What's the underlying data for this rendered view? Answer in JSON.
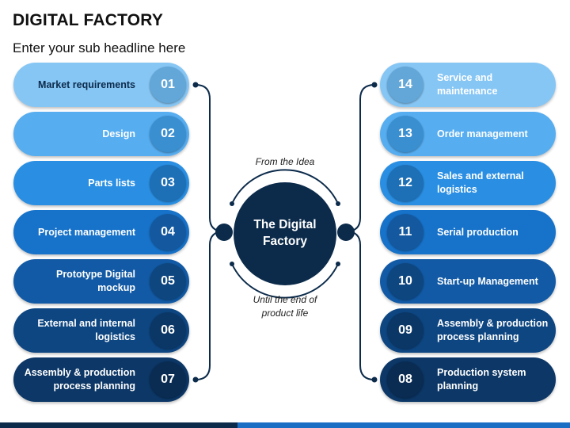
{
  "title": "DIGITAL FACTORY",
  "subtitle": "Enter your sub headline here",
  "center": {
    "title": "The Digital Factory",
    "top_caption": "From the Idea",
    "bottom_caption": "Until the end of product life"
  },
  "left_items": [
    {
      "number": "01",
      "label": "Market requirements"
    },
    {
      "number": "02",
      "label": "Design"
    },
    {
      "number": "03",
      "label": "Parts lists"
    },
    {
      "number": "04",
      "label": "Project management"
    },
    {
      "number": "05",
      "label": "Prototype Digital mockup"
    },
    {
      "number": "06",
      "label": "External and internal logistics"
    },
    {
      "number": "07",
      "label": "Assembly & production process planning"
    }
  ],
  "right_items": [
    {
      "number": "14",
      "label": "Service and maintenance"
    },
    {
      "number": "13",
      "label": "Order management"
    },
    {
      "number": "12",
      "label": "Sales and external logistics"
    },
    {
      "number": "11",
      "label": "Serial production"
    },
    {
      "number": "10",
      "label": "Start-up Management"
    },
    {
      "number": "09",
      "label": "Assembly & production process planning"
    },
    {
      "number": "08",
      "label": "Production system planning"
    }
  ],
  "colors": {
    "row_fills": [
      "#86c6f5",
      "#56adf0",
      "#2a8fe3",
      "#1772c9",
      "#125aa5",
      "#0e4682",
      "#0c3766"
    ],
    "row_circles": [
      "#62a7d8",
      "#3a8fd0",
      "#1d6fb6",
      "#14599f",
      "#0e4680",
      "#0b3767",
      "#0a2b52"
    ],
    "text_light": "#ffffff",
    "text_dark": "#0c2b4b",
    "connector": "#0c2b4b",
    "center": "#0c2b4b"
  }
}
